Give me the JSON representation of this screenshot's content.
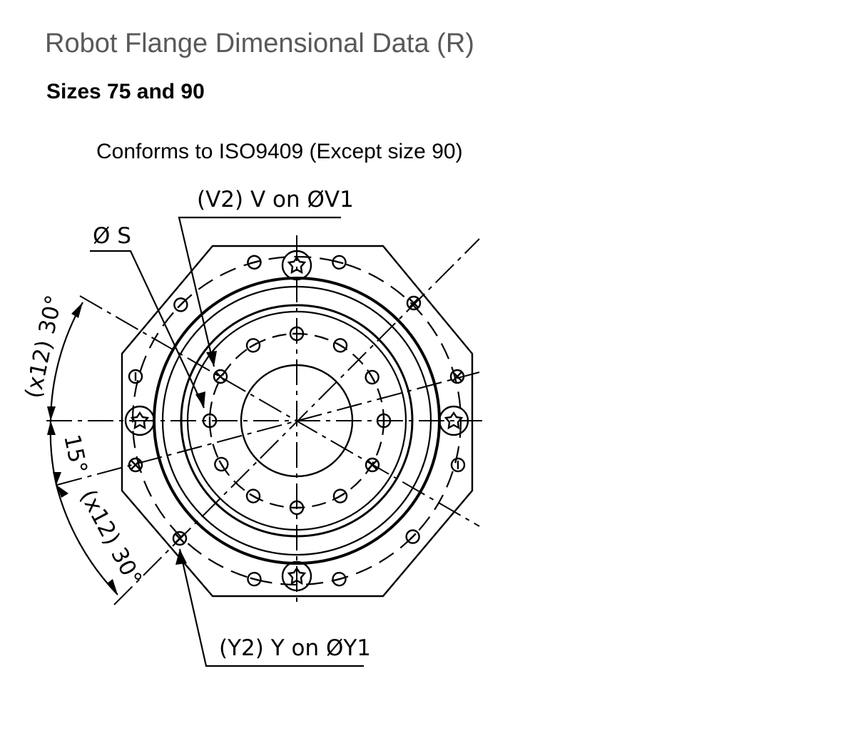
{
  "page": {
    "title": "Robot Flange Dimensional Data (R)",
    "subtitle": "Sizes 75 and 90",
    "note": "Conforms to ISO9409 (Except size 90)"
  },
  "drawing": {
    "labels": {
      "v_hole": "(V2) V on ØV1",
      "s_hole": "Ø S",
      "y_hole": "(Y2) Y on ØY1",
      "angle_upper": "(x12) 30°",
      "angle_offset": "15°",
      "angle_lower": "(x12) 30°"
    },
    "line_color": "#000000"
  }
}
